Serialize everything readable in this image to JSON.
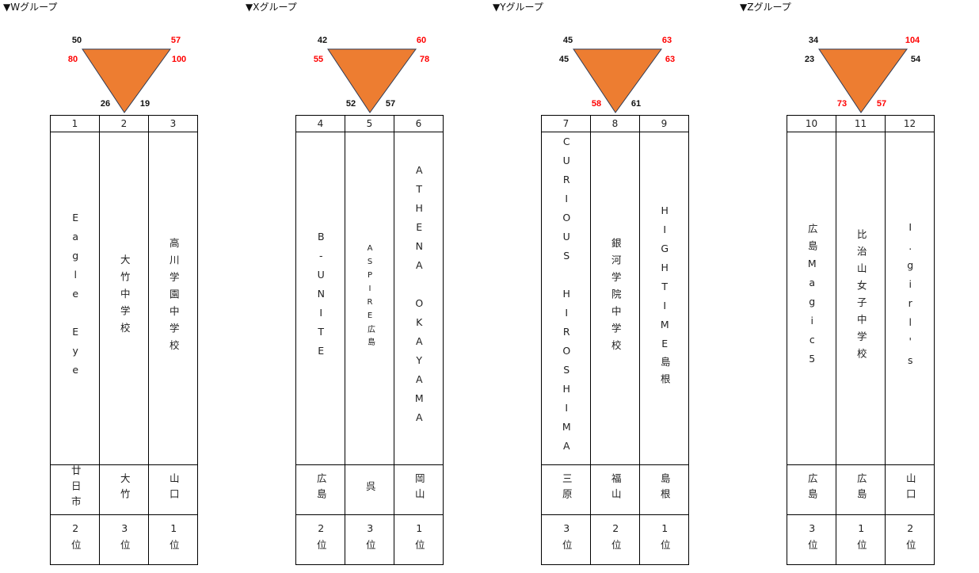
{
  "colors": {
    "triangle": "#ed7d31",
    "highlight": "#ff0000",
    "normal": "#111111"
  },
  "groups": [
    {
      "title": "▼Wグループ",
      "scores": {
        "top_left": {
          "v": "50",
          "red": false
        },
        "top_right": {
          "v": "57",
          "red": true
        },
        "mid_left": {
          "v": "80",
          "red": true
        },
        "mid_right": {
          "v": "100",
          "red": true
        },
        "bottom_left": {
          "v": "26",
          "red": false
        },
        "bottom_right": {
          "v": "19",
          "red": false
        }
      },
      "teams": [
        {
          "no": "1",
          "name": "Eagle Eye",
          "city": "廿日市",
          "rank": "2位"
        },
        {
          "no": "2",
          "name": "大竹中学校",
          "city": "大竹",
          "rank": "3位"
        },
        {
          "no": "3",
          "name": "高川学園中学校",
          "city": "山口",
          "rank": "1位"
        }
      ]
    },
    {
      "title": "▼Xグループ",
      "scores": {
        "top_left": {
          "v": "42",
          "red": false
        },
        "top_right": {
          "v": "60",
          "red": true
        },
        "mid_left": {
          "v": "55",
          "red": true
        },
        "mid_right": {
          "v": "78",
          "red": true
        },
        "bottom_left": {
          "v": "52",
          "red": false
        },
        "bottom_right": {
          "v": "57",
          "red": false
        }
      },
      "teams": [
        {
          "no": "4",
          "name": "B-UNITE",
          "city": "広島",
          "rank": "2位"
        },
        {
          "no": "5",
          "name": "ASPIRE広島",
          "city": "呉",
          "rank": "3位",
          "small": true
        },
        {
          "no": "6",
          "name": "ATHENA OKAYAMA",
          "city": "岡山",
          "rank": "1位"
        }
      ]
    },
    {
      "title": "▼Yグループ",
      "scores": {
        "top_left": {
          "v": "45",
          "red": false
        },
        "top_right": {
          "v": "63",
          "red": true
        },
        "mid_left": {
          "v": "45",
          "red": false
        },
        "mid_right": {
          "v": "63",
          "red": true
        },
        "bottom_left": {
          "v": "58",
          "red": true
        },
        "bottom_right": {
          "v": "61",
          "red": false
        }
      },
      "teams": [
        {
          "no": "7",
          "name": "CURIOUS HIROSHIMA",
          "city": "三原",
          "rank": "3位"
        },
        {
          "no": "8",
          "name": "銀河学院中学校",
          "city": "福山",
          "rank": "2位"
        },
        {
          "no": "9",
          "name": "HIGHTIME島根",
          "city": "島根",
          "rank": "1位"
        }
      ]
    },
    {
      "title": "▼Zグループ",
      "scores": {
        "top_left": {
          "v": "34",
          "red": false
        },
        "top_right": {
          "v": "104",
          "red": true
        },
        "mid_left": {
          "v": "23",
          "red": false
        },
        "mid_right": {
          "v": "54",
          "red": false
        },
        "bottom_left": {
          "v": "73",
          "red": true
        },
        "bottom_right": {
          "v": "57",
          "red": true
        }
      },
      "teams": [
        {
          "no": "10",
          "name": "広島Magic5",
          "city": "広島",
          "rank": "3位"
        },
        {
          "no": "11",
          "name": "比治山女子中学校",
          "city": "広島",
          "rank": "1位"
        },
        {
          "no": "12",
          "name": "I.girl's",
          "city": "山口",
          "rank": "2位"
        }
      ]
    }
  ]
}
